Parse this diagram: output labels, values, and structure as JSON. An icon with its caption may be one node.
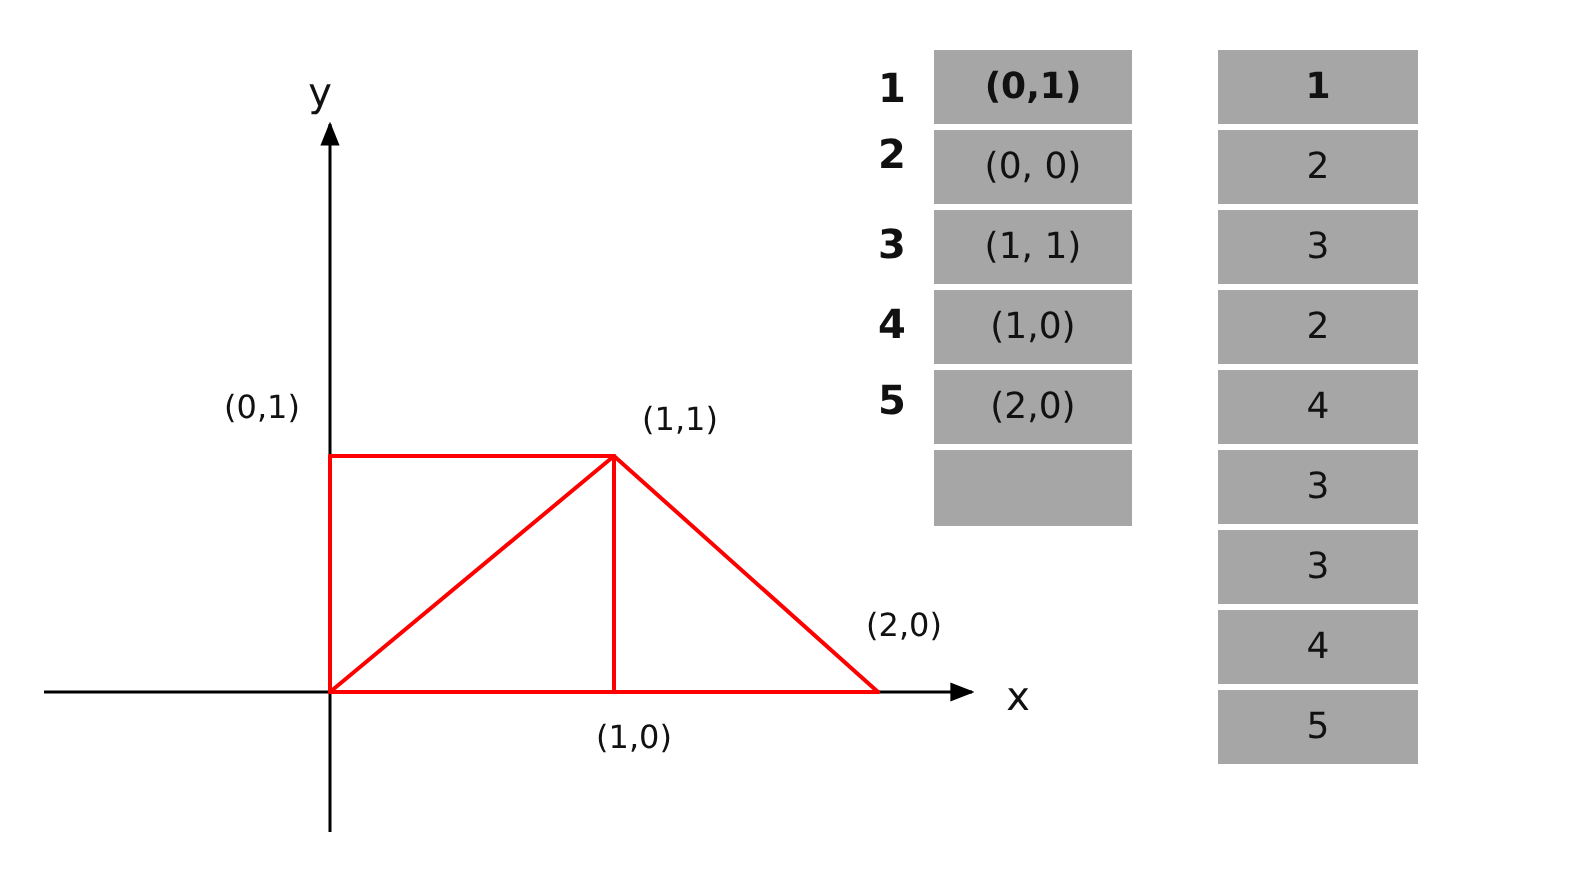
{
  "diagram": {
    "labels": [
      "y",
      "(0,1)",
      "(1,1)",
      "(2,0)",
      "x",
      "(1,0)",
      "1",
      "(0,1)",
      "2",
      "(0, 0)",
      "3",
      "(1, 1)",
      "4",
      "(1,0)",
      "5",
      "(2,0)",
      "1",
      "2",
      "3",
      "2",
      "4",
      "3",
      "3",
      "4",
      "5"
    ]
  }
}
